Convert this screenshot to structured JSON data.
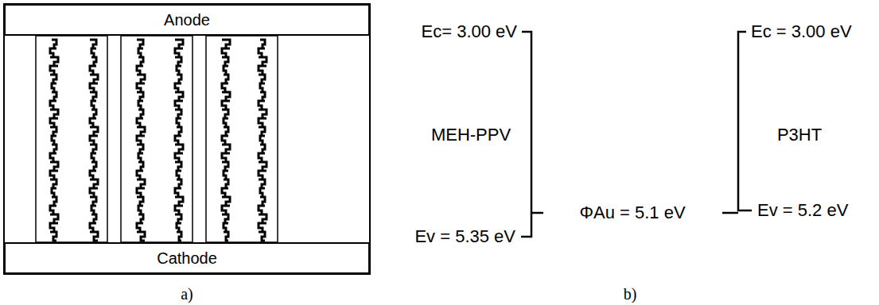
{
  "diagram": {
    "nodes": [
      {
        "text": [
          "Anode"
        ]
      },
      {
        "text": [
          "Cathode"
        ]
      }
    ],
    "labels": [
      "Ec= 3.00 eV",
      "Ev = 5.35 eV",
      "MEH-PPV",
      "ΦAu = 5.1 eV",
      "Ec = 3.00 eV",
      "P3HT",
      "Ev = 5.2 eV",
      "a)",
      "b)"
    ]
  }
}
